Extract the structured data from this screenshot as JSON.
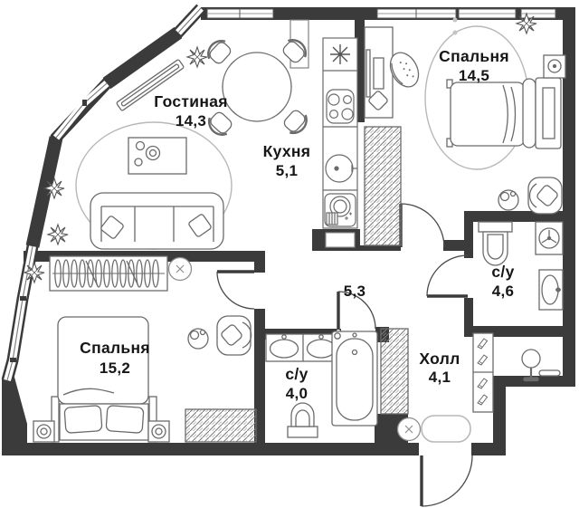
{
  "plan_title": "apartment-floor-plan",
  "rooms": [
    {
      "key": "living",
      "label": "Гостиная",
      "area": "14,3"
    },
    {
      "key": "kitchen",
      "label": "Кухня",
      "area": "5,1"
    },
    {
      "key": "bedroom1",
      "label": "Спальня",
      "area": "14,5"
    },
    {
      "key": "bath1",
      "label": "с/у",
      "area": "4,6"
    },
    {
      "key": "corridor",
      "label": "",
      "area": "5,3"
    },
    {
      "key": "bedroom2",
      "label": "Спальня",
      "area": "15,2"
    },
    {
      "key": "bath2",
      "label": "с/у",
      "area": "4,0"
    },
    {
      "key": "hall",
      "label": "Холл",
      "area": "4,1"
    }
  ],
  "colors": {
    "wall": "#3b3b3b",
    "furniture_line": "#6b6b6b",
    "soft_line": "#b5b5b5",
    "text": "#161616",
    "background": "#ffffff"
  }
}
